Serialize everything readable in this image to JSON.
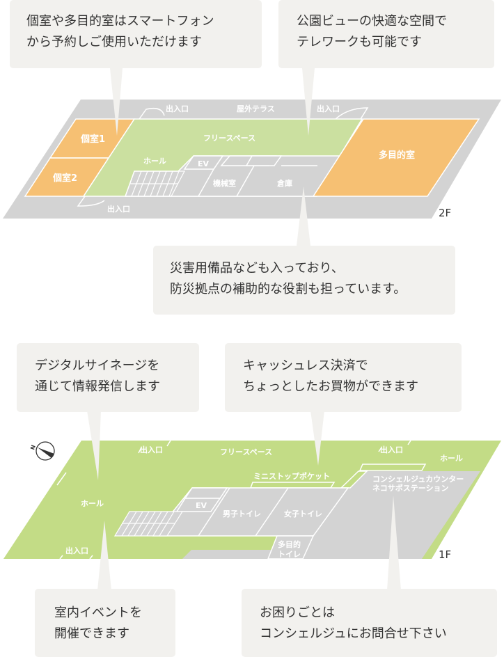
{
  "colors": {
    "floor_gray": "#d3d3d3",
    "free_green_2f": "#cbe0a0",
    "green_1f": "#c3dc86",
    "room_orange": "#f6c073",
    "callout_bg": "#f2f1ee",
    "line_white": "#ffffff",
    "text_dark": "#333333"
  },
  "floor2": {
    "tag": "2F",
    "labels": {
      "private1": "個室1",
      "private2": "個室2",
      "free_space": "フリースペース",
      "multi_room": "多目的室",
      "hall": "ホール",
      "ev": "EV",
      "machine_room": "機械室",
      "storage": "倉庫",
      "terrace": "屋外テラス",
      "entrance_top_left": "出入口",
      "entrance_top_right": "出入口",
      "entrance_bottom": "出入口"
    },
    "callouts": [
      {
        "lines": [
          "個室や多目的室はスマートフォン",
          "から予約しご使用いただけます"
        ]
      },
      {
        "lines": [
          "公園ビューの快適な空間で",
          "テレワークも可能です"
        ]
      },
      {
        "lines": [
          "災害用備品なども入っており、",
          "防災拠点の補助的な役割も担っています。"
        ]
      }
    ]
  },
  "floor1": {
    "tag": "1F",
    "labels": {
      "free_space": "フリースペース",
      "hall_left": "ホール",
      "hall_right": "ホール",
      "ministop": "ミニストップポケット",
      "concierge_line1": "コンシェルジュカウンター",
      "concierge_line2": "ネコサポステーション",
      "ev": "EV",
      "mens_toilet": "男子トイレ",
      "womens_toilet": "女子トイレ",
      "multi_toilet_line1": "多目的",
      "multi_toilet_line2": "トイレ",
      "entrance_top_left": "出入口",
      "entrance_top_right": "出入口",
      "entrance_bottom": "出入口"
    },
    "compass": {
      "icon": "north-arrow-compass",
      "label": "N"
    },
    "callouts": [
      {
        "lines": [
          "デジタルサイネージを",
          "通じて情報発信します"
        ]
      },
      {
        "lines": [
          "キャッシュレス決済で",
          "ちょっとしたお買物ができます"
        ]
      },
      {
        "lines": [
          "室内イベントを",
          "開催できます"
        ]
      },
      {
        "lines": [
          "お困りごとは",
          "コンシェルジュにお問合せ下さい"
        ]
      }
    ]
  }
}
